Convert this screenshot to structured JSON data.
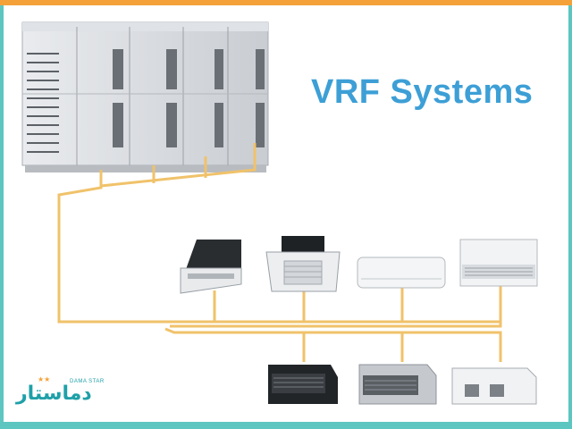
{
  "title": "VRF Systems",
  "logo": {
    "text": "دماستار",
    "subtext": "DAMA STAR",
    "stars": "★★"
  },
  "colors": {
    "pipe": "#f0c26a",
    "title": "#3d9fd6",
    "frame_top": "#f5a13a",
    "frame_side": "#5ec6c0"
  },
  "units": {
    "outdoor": "outdoor-unit",
    "indoor_top": [
      "one-way-cassette",
      "four-way-cassette",
      "wall-mounted",
      "ceiling-floor"
    ],
    "indoor_bottom": [
      "high-static-duct",
      "slim-duct",
      "medium-static-duct"
    ]
  }
}
